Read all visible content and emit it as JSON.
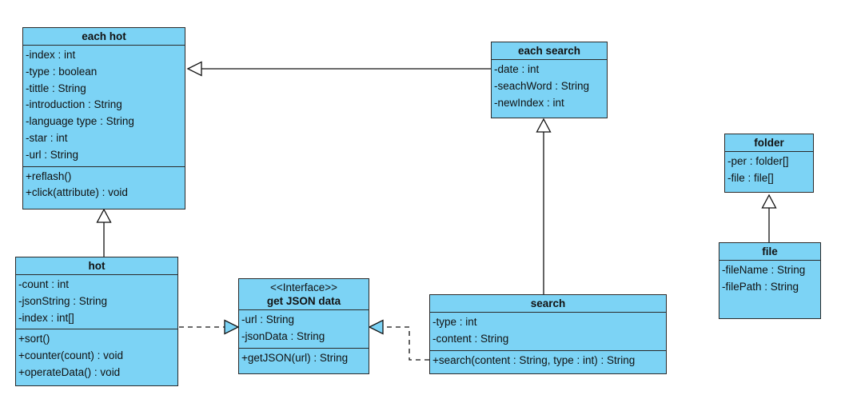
{
  "classes": {
    "each_hot": {
      "name": "each hot",
      "attributes": [
        "-index : int",
        "-type : boolean",
        "-tittle : String",
        "-introduction : String",
        "-language type : String",
        "-star : int",
        "-url : String"
      ],
      "operations": [
        "+reflash()",
        "+click(attribute) : void"
      ]
    },
    "each_search": {
      "name": "each search",
      "attributes": [
        "-date : int",
        "-seachWord : String",
        "-newIndex : int"
      ]
    },
    "folder": {
      "name": "folder",
      "attributes": [
        "-per : folder[]",
        "-file : file[]"
      ]
    },
    "hot": {
      "name": "hot",
      "attributes": [
        "-count : int",
        "-jsonString : String",
        "-index : int[]"
      ],
      "operations": [
        "+sort()",
        "+counter(count) : void",
        "+operateData() : void"
      ]
    },
    "get_json_data": {
      "stereotype": "<<Interface>>",
      "name": "get JSON data",
      "attributes": [
        "-url : String",
        "-jsonData : String"
      ],
      "operations": [
        "+getJSON(url) : String"
      ]
    },
    "search": {
      "name": "search",
      "attributes": [
        "-type : int",
        "-content : String"
      ],
      "operations": [
        "+search(content : String, type : int) : String"
      ]
    },
    "file": {
      "name": "file",
      "attributes": [
        "-fileName : String",
        "-filePath : String"
      ]
    }
  },
  "colors": {
    "class_fill": "#7cd3f5",
    "border": "#2a2a2a",
    "line": "#111111"
  }
}
